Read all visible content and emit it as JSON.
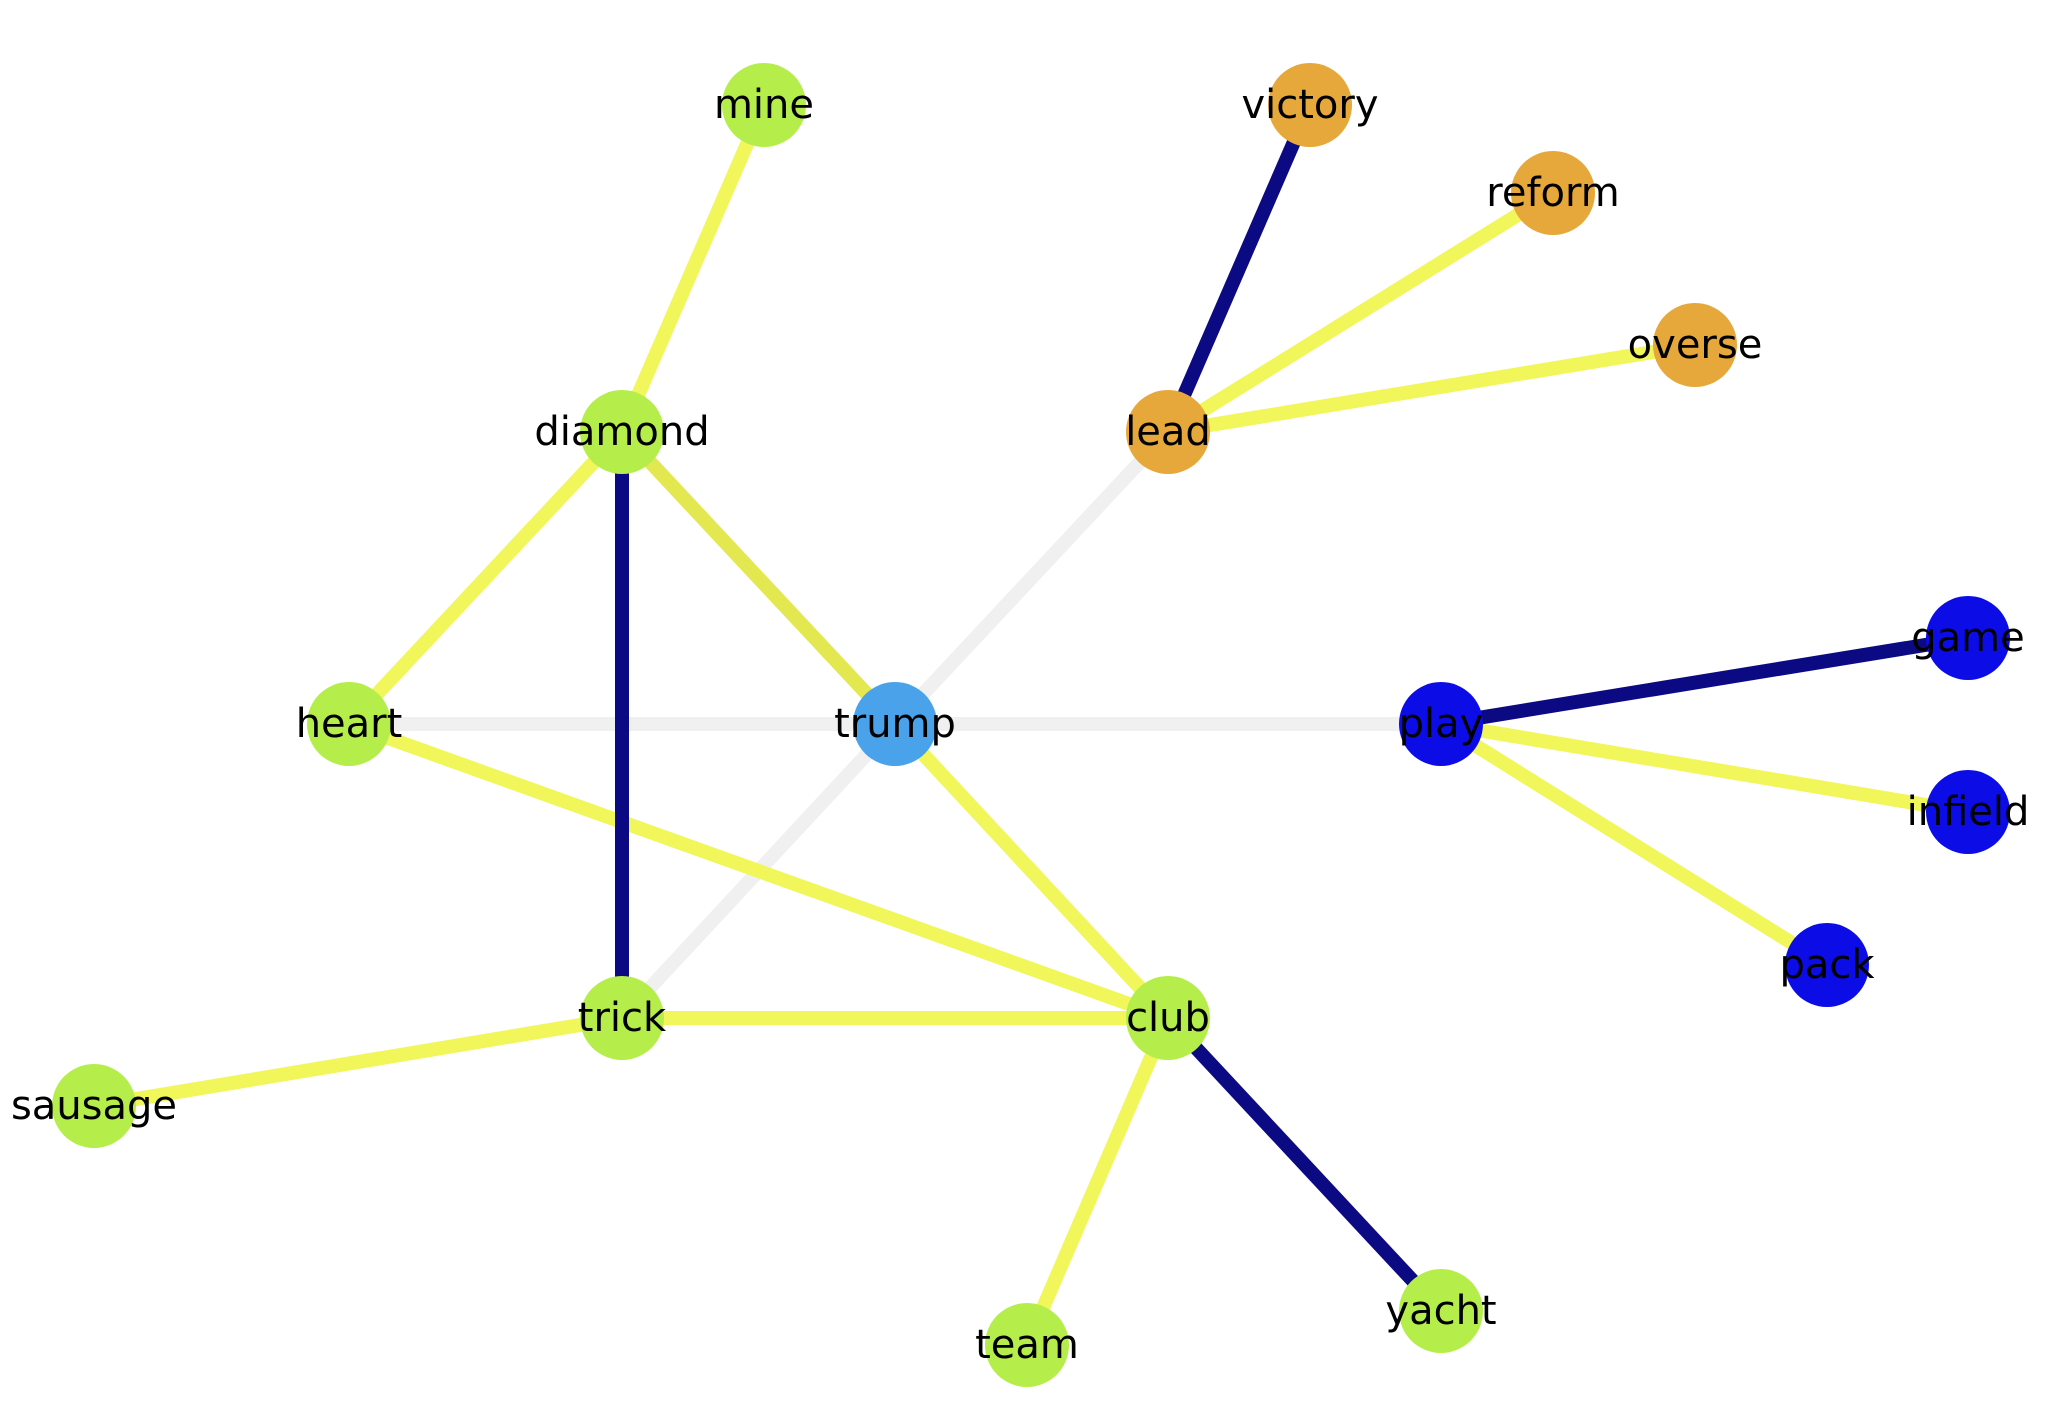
{
  "graph": {
    "type": "network",
    "colors": {
      "cluster_green": "#b5ee4b",
      "cluster_orange": "#e6a83a",
      "cluster_blue": "#0c0ce6",
      "center_blue": "#4aa3ea",
      "edge_strong": "#0c0a82",
      "edge_medium": "#f1f65a",
      "edge_weak": "#f0f0f0",
      "edge_mixed": "#e3e851"
    },
    "nodes": [
      {
        "id": "mine",
        "label": "mine",
        "group": "green"
      },
      {
        "id": "victory",
        "label": "victory",
        "group": "orange"
      },
      {
        "id": "reform",
        "label": "reform",
        "group": "orange"
      },
      {
        "id": "overse",
        "label": "overse",
        "group": "orange"
      },
      {
        "id": "diamond",
        "label": "diamond",
        "group": "green"
      },
      {
        "id": "lead",
        "label": "lead",
        "group": "orange"
      },
      {
        "id": "game",
        "label": "game",
        "group": "blue"
      },
      {
        "id": "heart",
        "label": "heart",
        "group": "green"
      },
      {
        "id": "trump",
        "label": "trump",
        "group": "center"
      },
      {
        "id": "play",
        "label": "play",
        "group": "blue"
      },
      {
        "id": "infield",
        "label": "infield",
        "group": "blue"
      },
      {
        "id": "pack",
        "label": "pack",
        "group": "blue"
      },
      {
        "id": "trick",
        "label": "trick",
        "group": "green"
      },
      {
        "id": "club",
        "label": "club",
        "group": "green"
      },
      {
        "id": "sausage",
        "label": "sausage",
        "group": "green"
      },
      {
        "id": "yacht",
        "label": "yacht",
        "group": "green"
      },
      {
        "id": "team",
        "label": "team",
        "group": "green"
      }
    ],
    "edges": [
      {
        "source": "heart",
        "target": "trump",
        "strength": "weak"
      },
      {
        "source": "trump",
        "target": "play",
        "strength": "weak"
      },
      {
        "source": "trump",
        "target": "lead",
        "strength": "weak"
      },
      {
        "source": "trump",
        "target": "trick",
        "strength": "weak"
      },
      {
        "source": "mine",
        "target": "diamond",
        "strength": "medium"
      },
      {
        "source": "diamond",
        "target": "heart",
        "strength": "medium"
      },
      {
        "source": "diamond",
        "target": "trump",
        "strength": "mixed"
      },
      {
        "source": "heart",
        "target": "club",
        "strength": "medium"
      },
      {
        "source": "trump",
        "target": "club",
        "strength": "medium"
      },
      {
        "source": "trick",
        "target": "club",
        "strength": "medium"
      },
      {
        "source": "sausage",
        "target": "trick",
        "strength": "medium"
      },
      {
        "source": "club",
        "target": "team",
        "strength": "medium"
      },
      {
        "source": "lead",
        "target": "reform",
        "strength": "medium"
      },
      {
        "source": "lead",
        "target": "overse",
        "strength": "medium"
      },
      {
        "source": "play",
        "target": "infield",
        "strength": "medium"
      },
      {
        "source": "play",
        "target": "pack",
        "strength": "medium"
      },
      {
        "source": "diamond",
        "target": "trick",
        "strength": "strong"
      },
      {
        "source": "victory",
        "target": "lead",
        "strength": "strong"
      },
      {
        "source": "play",
        "target": "game",
        "strength": "strong"
      },
      {
        "source": "club",
        "target": "yacht",
        "strength": "strong"
      }
    ]
  }
}
